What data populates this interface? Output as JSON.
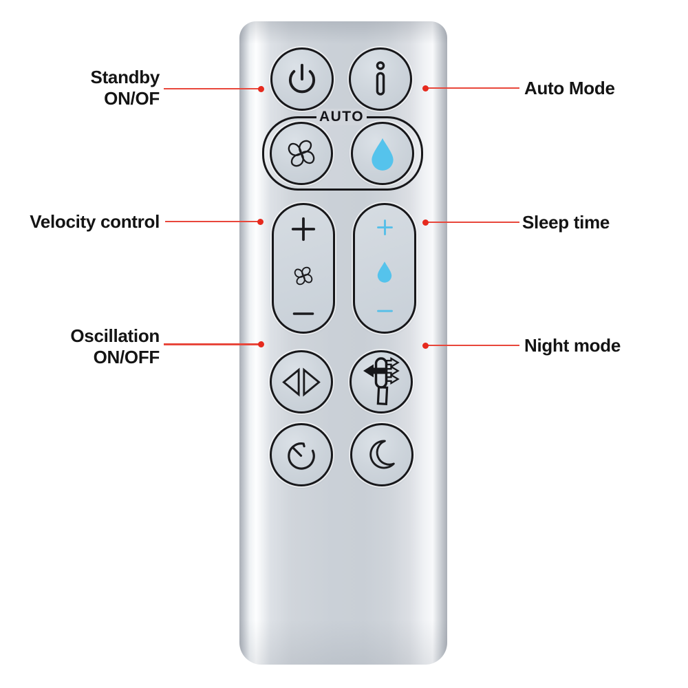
{
  "remote": {
    "auto_label": "AUTO",
    "buttons": {
      "standby": {
        "icon": "power-icon"
      },
      "info": {
        "icon": "info-icon"
      },
      "auto_fan": {
        "icon": "fan-icon"
      },
      "auto_humidity": {
        "icon": "water-drop-icon"
      },
      "velocity": {
        "icons": [
          "plus-icon",
          "fan-icon",
          "minus-icon"
        ]
      },
      "sleep": {
        "icons": [
          "plus-icon",
          "water-drop-icon",
          "minus-icon"
        ]
      },
      "oscillation": {
        "icon": "oscillation-arrows-icon"
      },
      "airflow_direction": {
        "icon": "airflow-direction-icon"
      },
      "timer": {
        "icon": "timer-icon"
      },
      "night": {
        "icon": "moon-icon"
      }
    }
  },
  "callouts": {
    "standby": {
      "line1": "Standby",
      "line2": "ON/OF"
    },
    "auto_mode": {
      "label": "Auto Mode"
    },
    "velocity": {
      "label": "Velocity control"
    },
    "sleep": {
      "label": "Sleep time"
    },
    "oscillation": {
      "line1": "Oscillation",
      "line2": "ON/OFF"
    },
    "night": {
      "label": "Night mode"
    }
  },
  "colors": {
    "accent_red": "#e6352b",
    "drop_blue": "#55c3ec",
    "icon_outline": "#1b1b1e",
    "body_silver": "#cdd2d8",
    "background": "#ffffff"
  }
}
